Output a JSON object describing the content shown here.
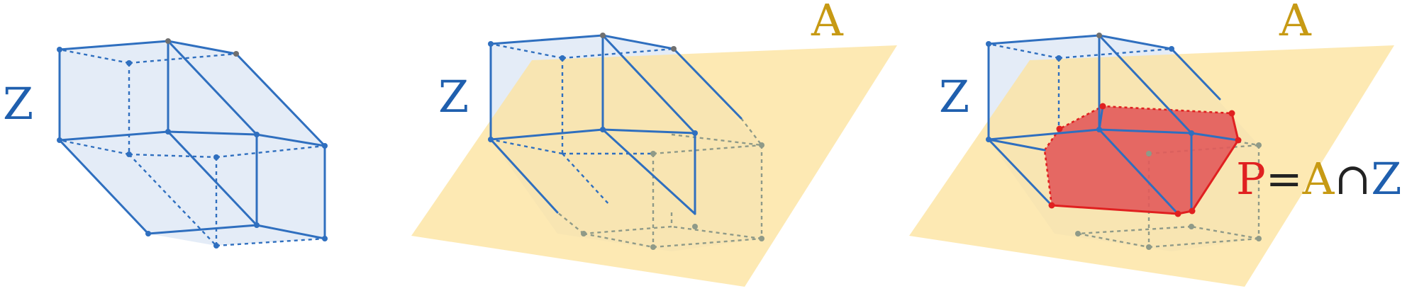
{
  "colors": {
    "zonotope_edge": "#2f6fbf",
    "zonotope_fill": "#dbe6f4",
    "zonotope_label": "#1f5fae",
    "plane_fill": "#fde3a0",
    "plane_label": "#c79a14",
    "intersection_fill": "#e25a5a",
    "intersection_edge": "#e02020",
    "gray_vertex": "#707070",
    "hidden_edge_on_plane": "#8f9a88",
    "operator_text": "#222222"
  },
  "panels": [
    {
      "zonotope_label": "Z"
    },
    {
      "zonotope_label": "Z",
      "plane_label": "A"
    },
    {
      "zonotope_label": "Z",
      "plane_label": "A"
    }
  ],
  "formula": {
    "p": "P",
    "eq": "=",
    "a": "A",
    "cap": "∩",
    "z": "Z"
  }
}
